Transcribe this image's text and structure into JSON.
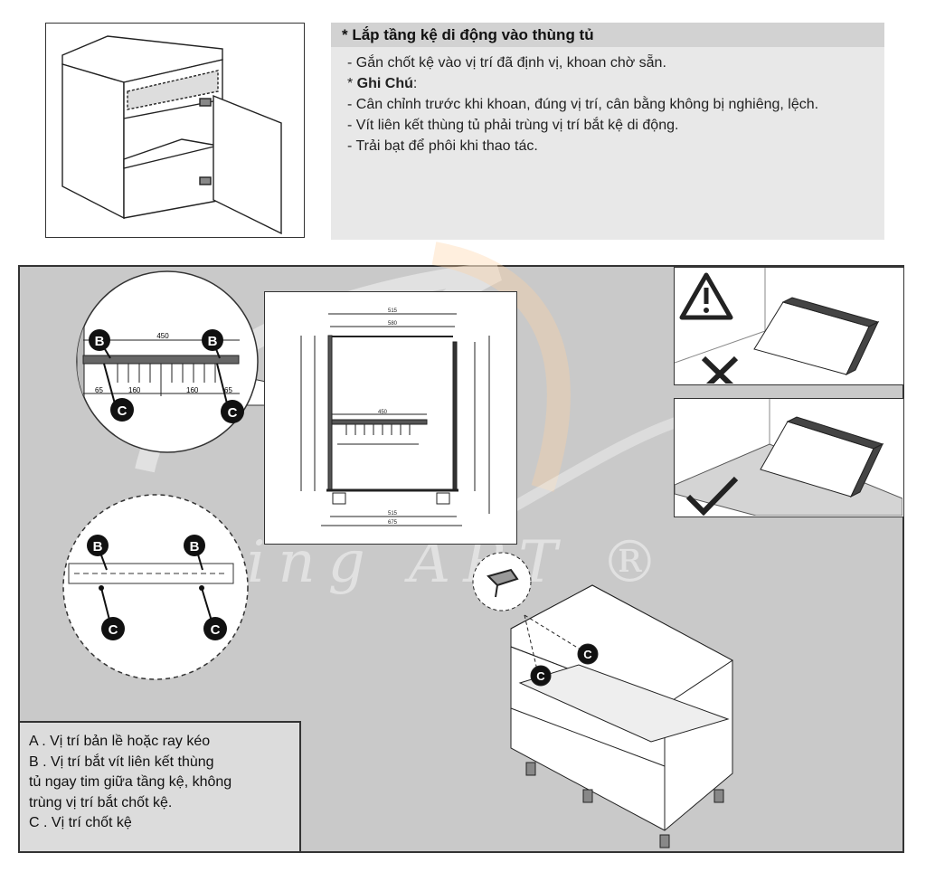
{
  "notes": {
    "heading": "* Lắp tầng kệ di động vào thùng tủ",
    "line1": "- Gắn chốt kệ vào vị trí đã định vị, khoan chờ sẵn.",
    "note_prefix": "* ",
    "note_label": "Ghi Chú",
    "note_colon": ":",
    "line2": "- Cân chỉnh trước khi khoan, đúng vị trí, cân bằng không bị nghiêng, lệch.",
    "line3": "- Vít liên kết thùng tủ phải trùng vị trí bắt kệ di động.",
    "line4": "- Trải bạt để phôi khi thao tác."
  },
  "detail": {
    "dim_top": "450",
    "dim_left": "65",
    "dim_mid1": "160",
    "dim_mid2": "160",
    "dim_right": "65",
    "label_b": "B",
    "label_c": "C"
  },
  "drawing": {
    "dim_515": "515",
    "dim_580": "580",
    "dim_450": "450",
    "dim_bottom": "515",
    "dim_total": "675"
  },
  "legend": {
    "a": "A . Vị trí bản lề hoặc ray kéo",
    "b": "B . Vị trí bắt vít liên kết thùng\ntủ ngay tim giữa tầng kệ, không\ntrùng vị trí bắt chốt kệ.",
    "c": "C . Vị trí chốt kệ"
  },
  "watermark": "Flying ART ®"
}
